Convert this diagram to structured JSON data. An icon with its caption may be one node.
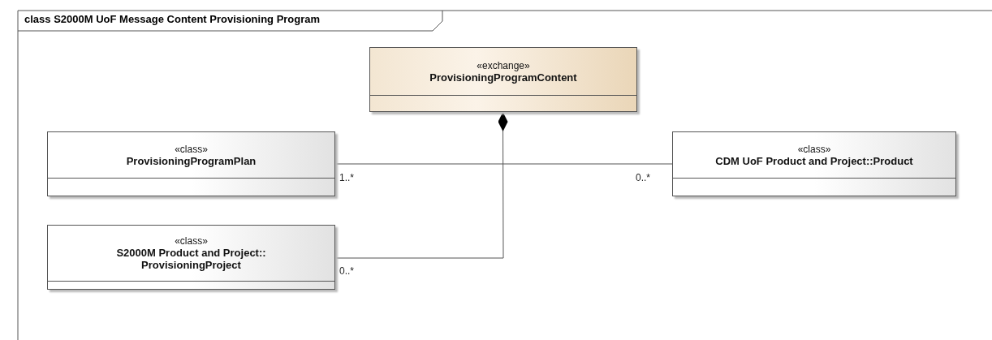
{
  "diagram": {
    "title": "class S2000M UoF Message Content Provisioning Program",
    "nodes": [
      {
        "text": [
          "«exchange»",
          "ProvisioningProgramContent"
        ]
      },
      {
        "text": [
          "«class»",
          "ProvisioningProgramPlan"
        ]
      },
      {
        "text": [
          "«class»",
          "CDM UoF Product and Project::Product"
        ]
      },
      {
        "text": [
          "«class»",
          "S2000M Product and Project:: ProvisioningProject"
        ]
      }
    ],
    "edges": [
      {
        "from": 1,
        "to": 2,
        "arrow": "none",
        "label": "1..*"
      },
      {
        "from": 0,
        "to": 3,
        "arrow": "other",
        "label": "0..*"
      }
    ],
    "labels": [
      "0..*"
    ]
  }
}
